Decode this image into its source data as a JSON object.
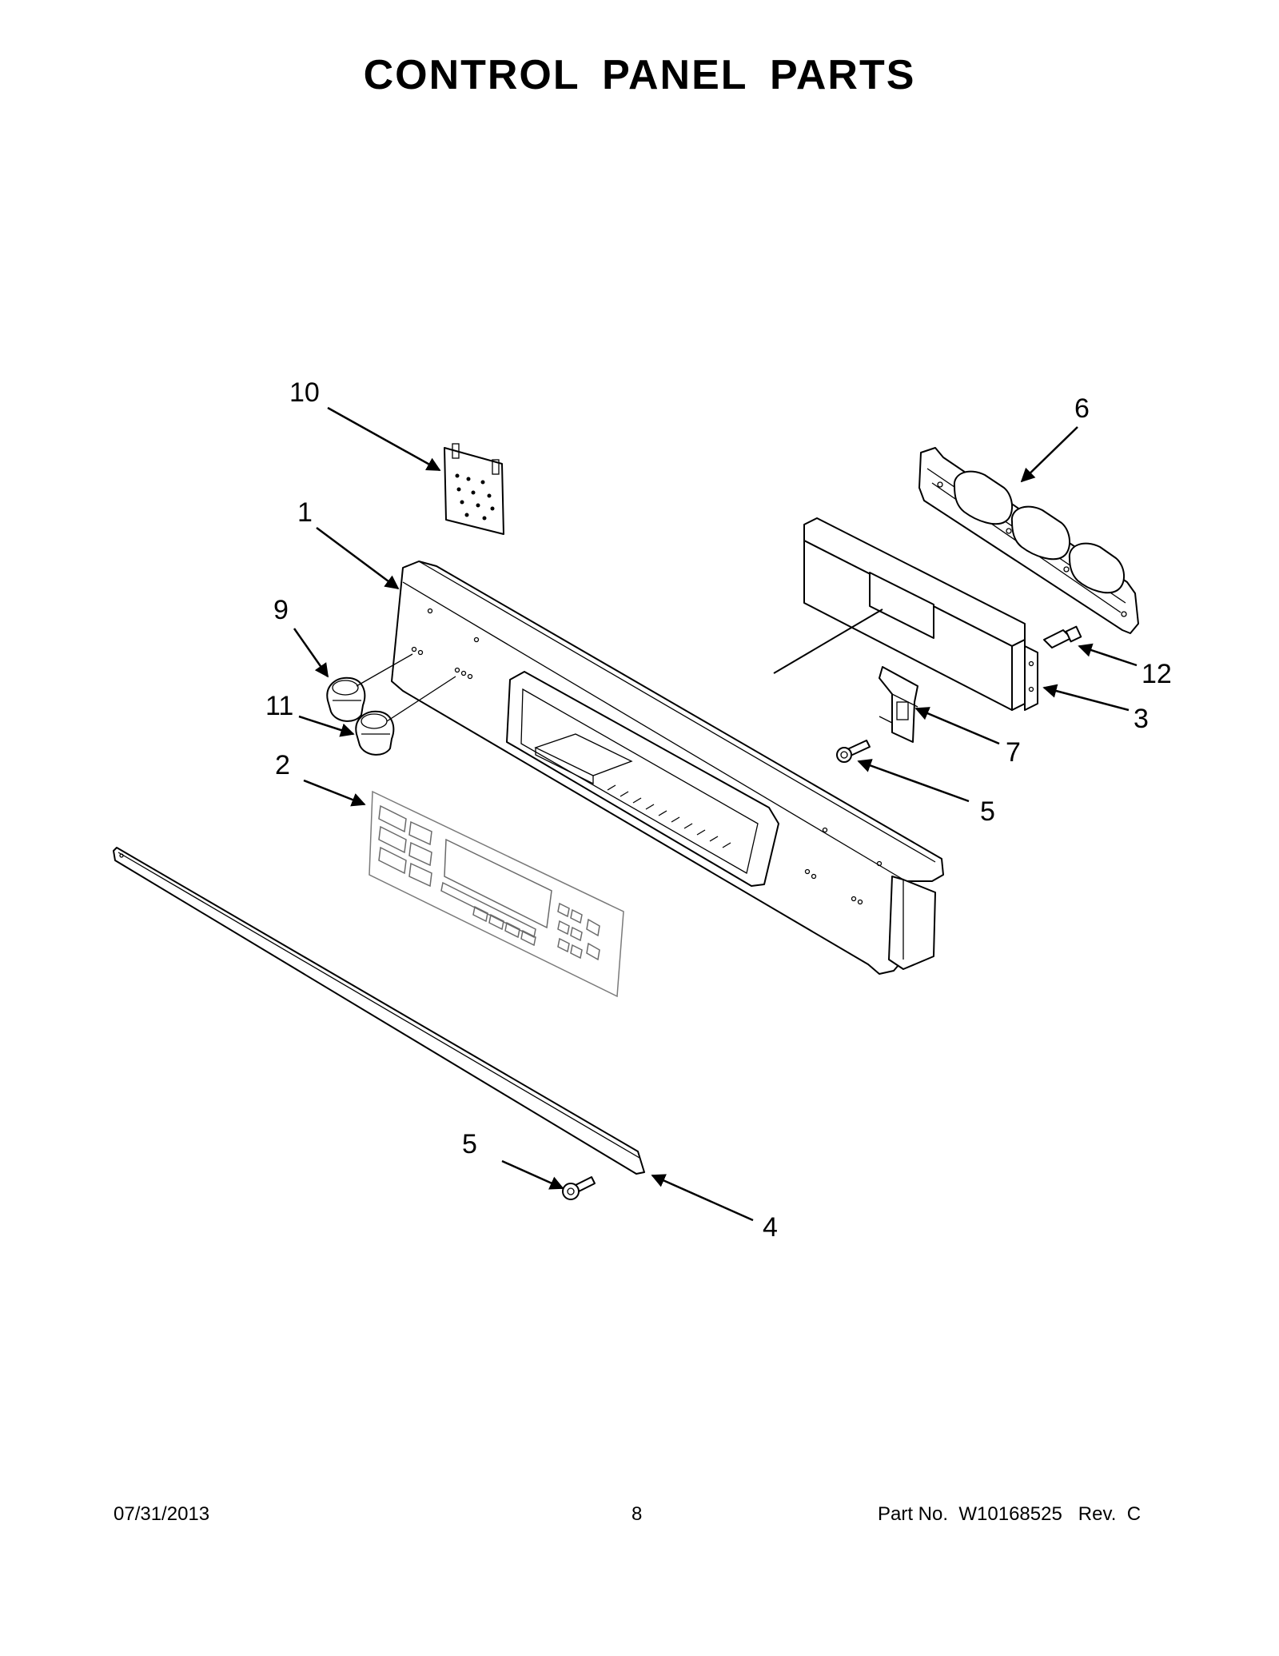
{
  "title": "CONTROL PANEL PARTS",
  "callouts": [
    {
      "id": "c10",
      "label": "10"
    },
    {
      "id": "c6",
      "label": "6"
    },
    {
      "id": "c1",
      "label": "1"
    },
    {
      "id": "c9",
      "label": "9"
    },
    {
      "id": "c11",
      "label": "11"
    },
    {
      "id": "c2",
      "label": "2"
    },
    {
      "id": "c12",
      "label": "12"
    },
    {
      "id": "c3",
      "label": "3"
    },
    {
      "id": "c7",
      "label": "7"
    },
    {
      "id": "c5a",
      "label": "5"
    },
    {
      "id": "c5b",
      "label": "5"
    },
    {
      "id": "c4",
      "label": "4"
    }
  ],
  "footer": {
    "date": "07/31/2013",
    "page": "8",
    "part_no": "Part No.  W10168525   Rev.  C"
  }
}
